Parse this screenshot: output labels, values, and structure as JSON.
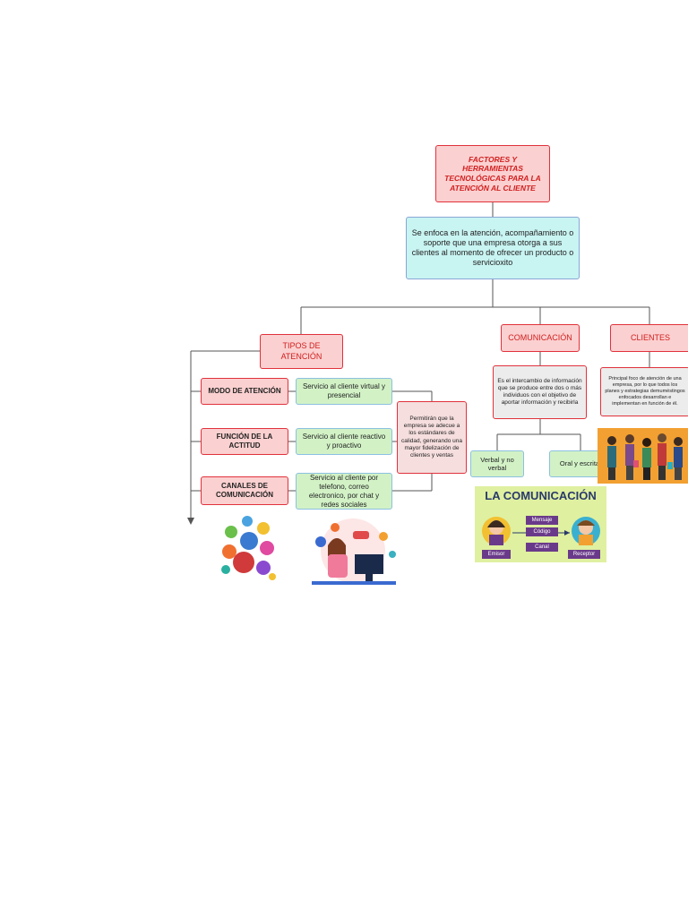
{
  "nodes": {
    "root": "FACTORES Y HERRAMIENTAS TECNOLÓGICAS PARA LA ATENCIÓN AL CLIENTE",
    "definition": "Se enfoca en la atención, acompañamiento o soporte que una empresa otorga a sus clientes al momento de ofrecer un producto o servicioxito",
    "tipos": "TIPOS DE ATENCIÓN",
    "comunicacion": "COMUNICACIÓN",
    "clientes": "CLIENTES",
    "modo": "MODO DE ATENCIÓN",
    "funcion": "FUNCIÓN DE LA ACTITUD",
    "canales": "CANALES DE COMUNICACIÓN",
    "servicio_virtual": "Servicio al cliente virtual y presencial",
    "servicio_reactivo": "Servicio al cliente reactivo y proactivo",
    "servicio_telefono": "Servicio al cliente por telefono, correo electronico, por chat y redes sociales",
    "permitiran": "Permitirán que la empresa se adecue a los estándares de calidad, generando una mayor fidelización de clientes y ventas",
    "com_def": "Es el intercambio de información que se produce entre dos o más individuos con el objetivo de aportar información y recibirla",
    "verbal": "Verbal y no verbal",
    "oral": "Oral y escrita",
    "clientes_def": "Principal foco de atención de una empresa, por lo que todos los planes y estrategias demuméstingos enfocados desarrollan e implementan en función de él."
  },
  "la_comunicacion": {
    "title": "LA COMUNICACIÓN",
    "emisor": "Emisor",
    "receptor": "Receptor",
    "mensaje": "Mensaje",
    "codigo": "Código",
    "canal": "Canal"
  }
}
